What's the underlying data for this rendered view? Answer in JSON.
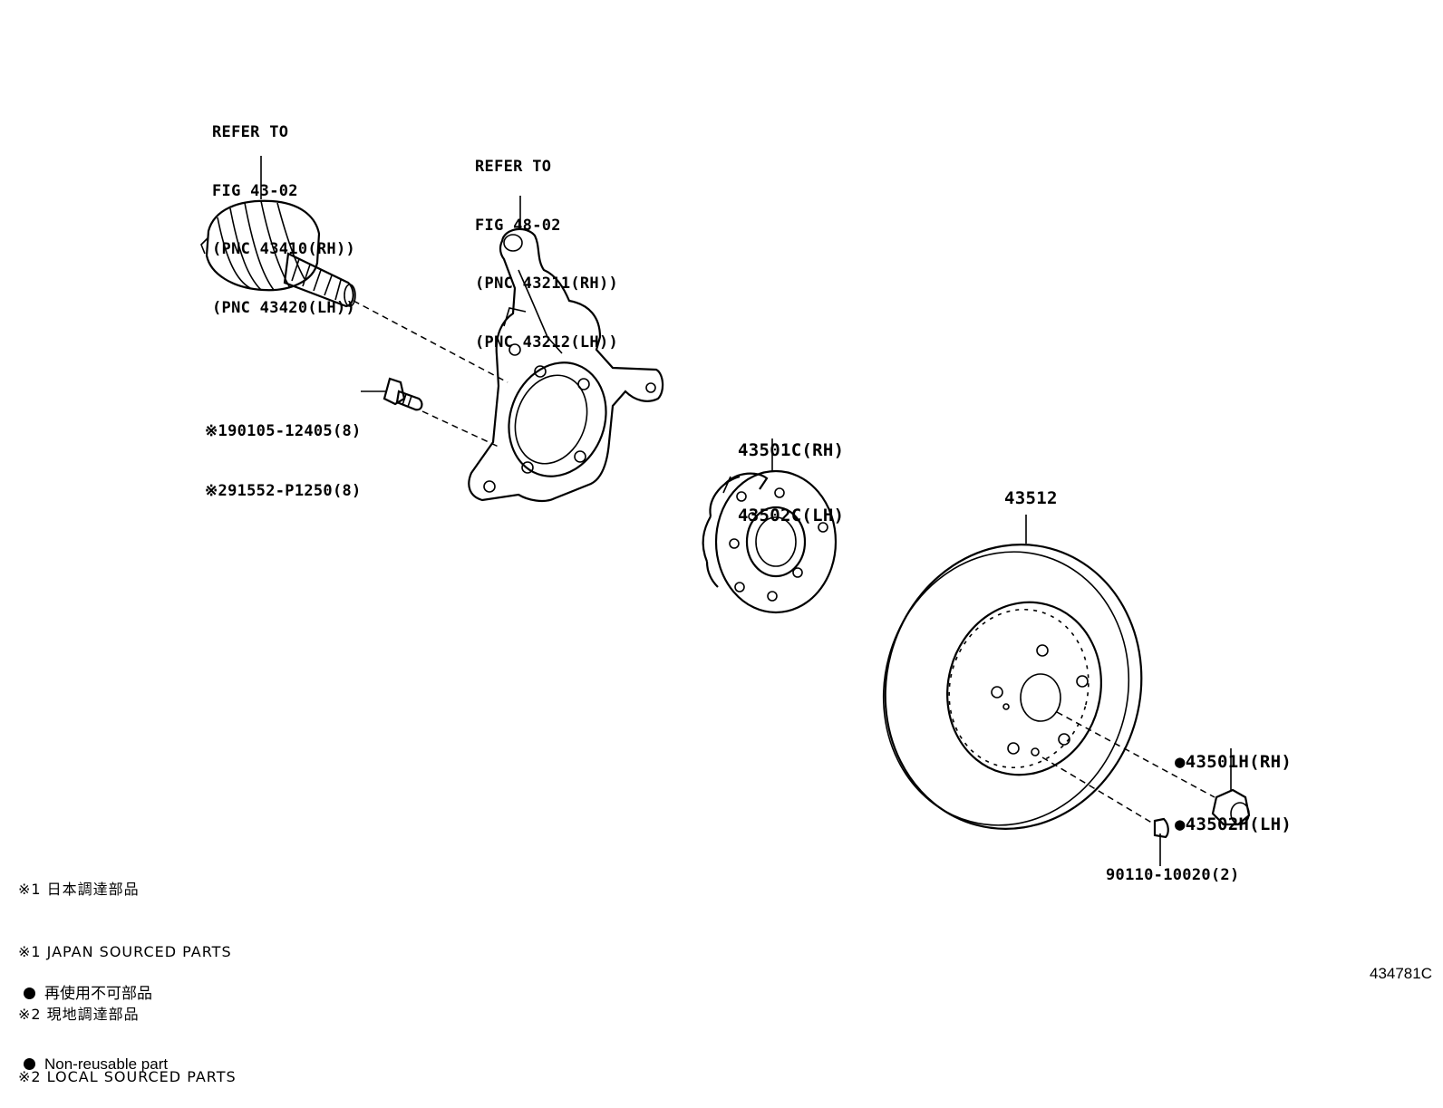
{
  "callouts": {
    "driveshaft": [
      "REFER TO",
      "FIG 43-02",
      "(PNC 43410(RH))",
      "(PNC 43420(LH))"
    ],
    "knuckle": [
      "REFER TO",
      "FIG 48-02",
      "(PNC 43211(RH))",
      "(PNC 43212(LH))"
    ],
    "bolt": [
      "※190105-12405(8)",
      "※291552-P1250(8)"
    ],
    "hub": [
      "43501C(RH)",
      "43502C(LH)"
    ],
    "disc": "43512",
    "nut": [
      "●43501H(RH)",
      "●43502H(LH)"
    ],
    "screw": "90110-10020(2)"
  },
  "legend": {
    "lines": [
      "※1 日本調達部品",
      "※1 JAPAN SOURCED PARTS",
      "※2 現地調達部品",
      "※2 LOCAL SOURCED PARTS"
    ],
    "nonreusable_jp": "再使用不可部品",
    "nonreusable_en": "Non-reusable part"
  },
  "figure_number": "434781C"
}
